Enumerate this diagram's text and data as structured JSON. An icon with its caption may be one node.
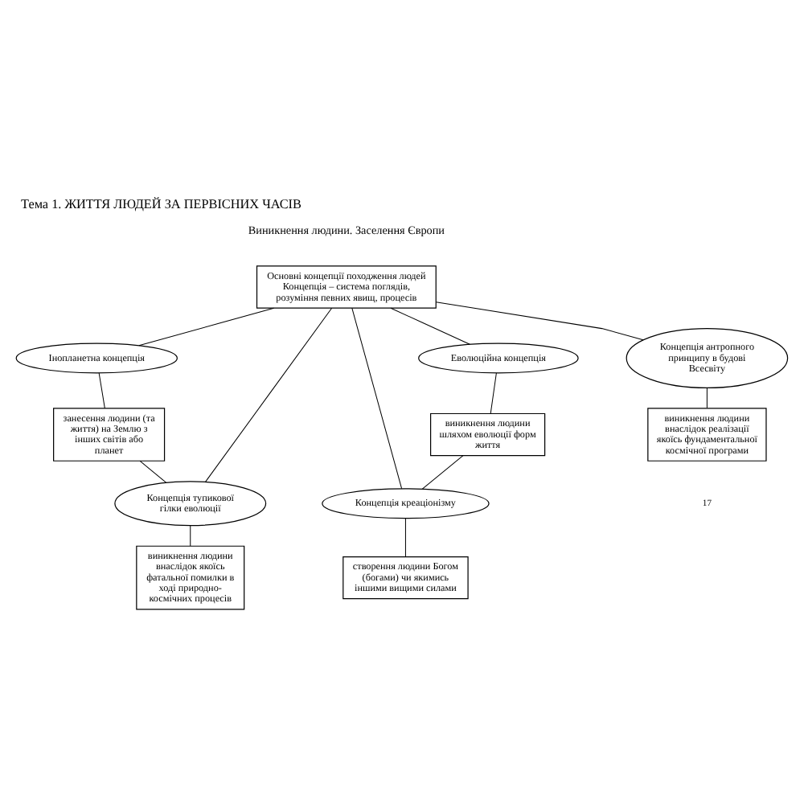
{
  "diagram": {
    "title": "Тема 1. ЖИТТЯ ЛЮДЕЙ ЗА ПЕРВІСНИХ ЧАСІВ",
    "nodes": [
      {
        "text": [
          "Основні концепції походження людей",
          "Концепція – система поглядів, розуміння певних явищ, процесів"
        ]
      },
      {
        "text": [
          "Інопланетна концепція"
        ]
      },
      {
        "text": [
          "Еволюційна концепція"
        ]
      },
      {
        "text": [
          "занесення людини (та життя) на Землю з інших світів або планет"
        ]
      },
      {
        "text": [
          "виникнення людини шляхом еволюції форм життя"
        ]
      },
      {
        "text": [
          "Концепція тупикової гілки еволюції"
        ]
      },
      {
        "text": [
          "Концепція креаціонізму"
        ]
      },
      {
        "text": [
          "виникнення людини внаслідок якоїсь фатальної помилки в ході природно-космічних процесів"
        ]
      },
      {
        "text": [
          "створення людини Богом (богами) чи якимись іншими вищими силами"
        ]
      },
      {
        "text": [
          "Концепція антропного принципу в будові Всесвіту"
        ]
      },
      {
        "text": [
          "виникнення людини внаслідок реалізації якоїсь фундаментальної космічної програми"
        ]
      }
    ],
    "edges": [
      {
        "from": 0,
        "to": 1,
        "arrow": "none"
      },
      {
        "from": 0,
        "to": 2,
        "arrow": "none"
      },
      {
        "from": 1,
        "to": 3,
        "arrow": "none"
      },
      {
        "from": 2,
        "to": 4,
        "arrow": "none"
      },
      {
        "from": 3,
        "to": 5,
        "arrow": "none"
      },
      {
        "from": 4,
        "to": 6,
        "arrow": "none"
      },
      {
        "from": 0,
        "to": 5,
        "arrow": "none"
      },
      {
        "from": 0,
        "to": 6,
        "arrow": "none"
      },
      {
        "from": 5,
        "to": 7,
        "arrow": "none"
      },
      {
        "from": 6,
        "to": 8,
        "arrow": "none"
      },
      {
        "from": 0,
        "to": 9,
        "arrow": "none"
      },
      {
        "from": 9,
        "to": 10,
        "arrow": "none"
      }
    ],
    "labels": [
      "Виникнення людини. Заселення Європи",
      "17"
    ]
  }
}
